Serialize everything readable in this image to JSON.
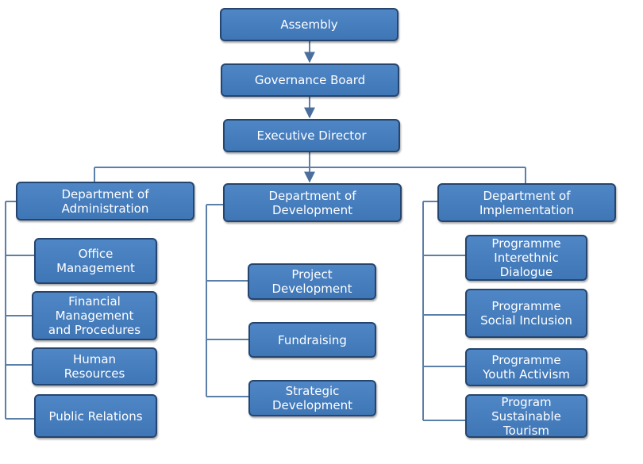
{
  "colors": {
    "box_fill": "#4a80c0",
    "box_border": "#24456f",
    "connector": "#5b7fa8",
    "text": "#ffffff"
  },
  "assembly": "Assembly",
  "governance_board": "Governance Board",
  "executive_director": "Executive Director",
  "departments": {
    "administration": {
      "label": "Department of\nAdministration",
      "units": [
        "Office\nManagement",
        "Financial\nManagement\nand Procedures",
        "Human\nResources",
        "Public Relations"
      ]
    },
    "development": {
      "label": "Department of\nDevelopment",
      "units": [
        "Project\nDevelopment",
        "Fundraising",
        "Strategic\nDevelopment"
      ]
    },
    "implementation": {
      "label": "Department of\nImplementation",
      "units": [
        "Programme\nInterethnic\nDialogue",
        "Programme\nSocial Inclusion",
        "Programme\nYouth Activism",
        "Program\nSustainable\nTourism"
      ]
    }
  }
}
